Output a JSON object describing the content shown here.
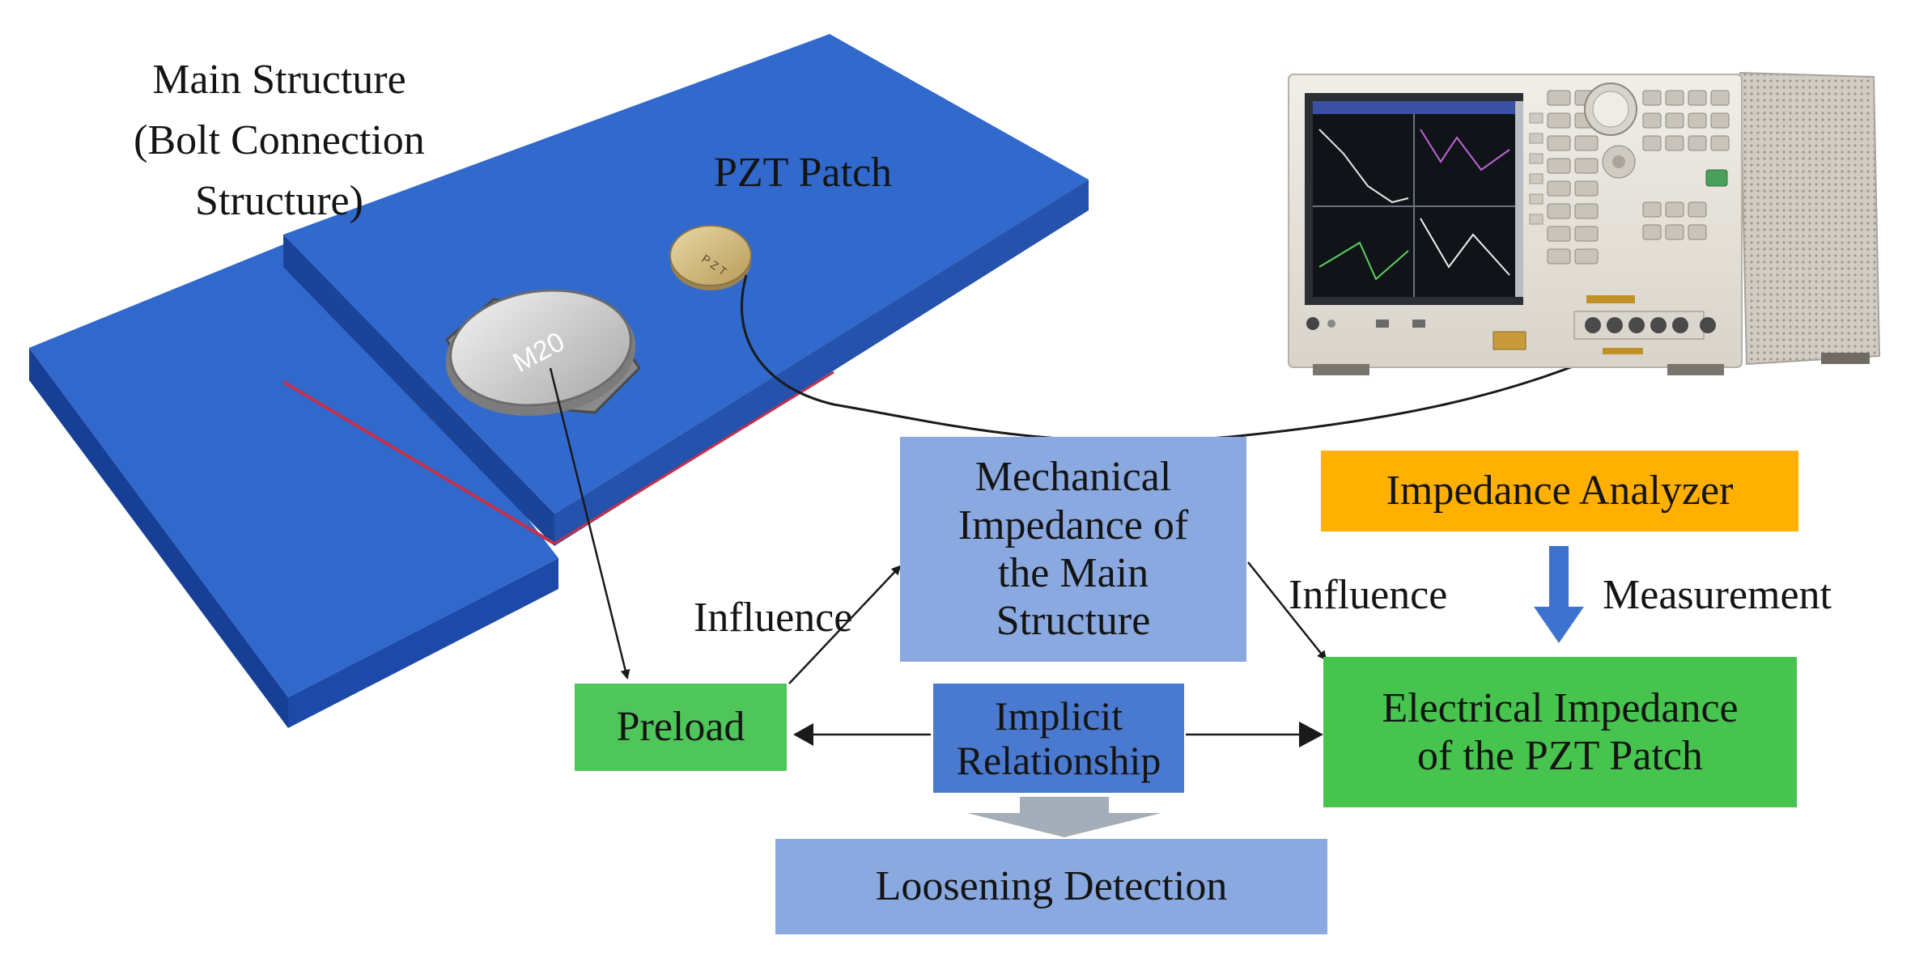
{
  "labels": {
    "main_structure": [
      "Main Structure",
      "(Bolt Connection",
      "Structure)"
    ],
    "pzt_patch": "PZT Patch",
    "bolt_marking": "M20",
    "influence_left": "Influence",
    "influence_right": "Influence",
    "measurement": "Measurement"
  },
  "boxes": {
    "mechanical": {
      "lines": [
        "Mechanical",
        "Impedance of",
        "the Main",
        "Structure"
      ],
      "color": "#8aa9e0"
    },
    "impedance_analyzer": {
      "text": "Impedance Analyzer",
      "color": "#ffb000"
    },
    "electrical": {
      "lines": [
        "Electrical Impedance",
        "of the PZT Patch"
      ],
      "color": "#47c44e"
    },
    "preload": {
      "text": "Preload",
      "color": "#4ec65a"
    },
    "implicit": {
      "lines": [
        "Implicit",
        "Relationship"
      ],
      "color": "#4a79d0"
    },
    "loosening": {
      "text": "Loosening Detection",
      "color": "#8aa9e0"
    }
  },
  "colors": {
    "plate_top": "#3068cc",
    "plate_side": "#173f95",
    "arrow_blue": "#3d73cf",
    "analyzer_body": "#e6e2da",
    "screen": "#101418",
    "seam": "#c4304a"
  },
  "icons": [
    "bolt-head-icon",
    "pzt-disc-icon",
    "impedance-analyzer-instrument-icon"
  ]
}
